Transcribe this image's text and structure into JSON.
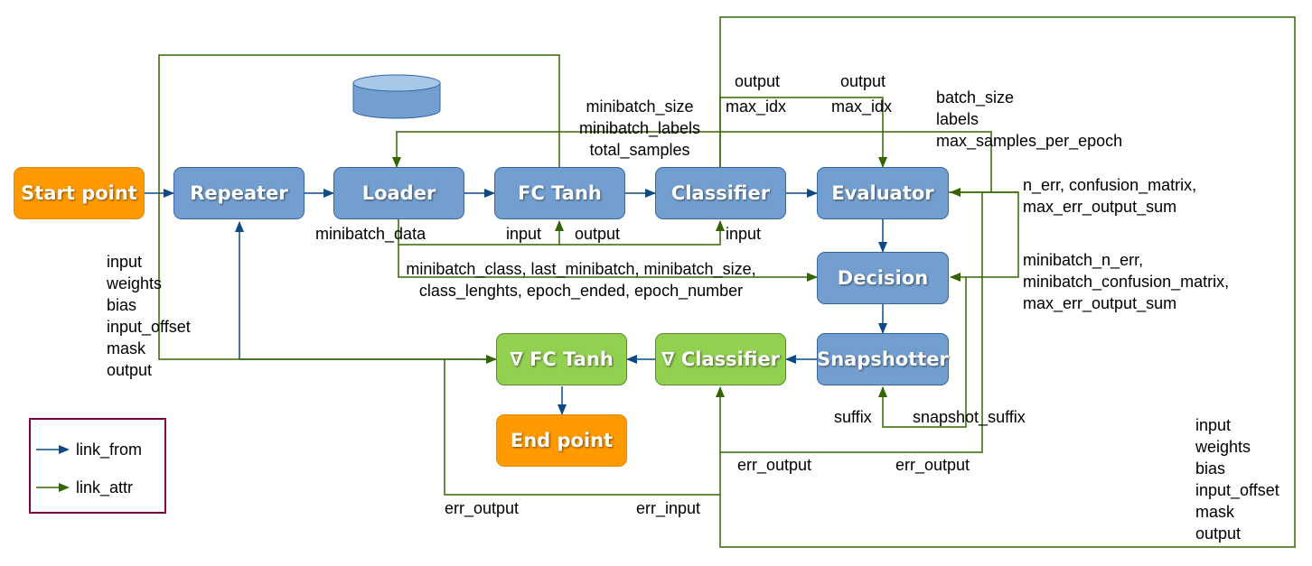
{
  "nodes": {
    "start": "Start point",
    "repeater": "Repeater",
    "loader": "Loader",
    "fc_tanh": "FC Tanh",
    "classifier": "Classifier",
    "evaluator": "Evaluator",
    "decision": "Decision",
    "snapshotter": "Snapshotter",
    "gd_fc_tanh": "∇ FC Tanh",
    "gd_classifier": "∇ Classifier",
    "end": "End point"
  },
  "labels": {
    "output_1": "output",
    "output_2": "output",
    "max_idx_1": "max_idx",
    "max_idx_2": "max_idx",
    "loader_attrs": "minibatch_size\nminibatch_labels\ntotal_samples",
    "evaluator_attrs": "batch_size\nlabels\nmax_samples_per_epoch",
    "evaluator_outputs": "n_err, confusion_matrix,\nmax_err_output_sum",
    "decision_inputs": "minibatch_n_err,\nminibatch_confusion_matrix,\nmax_err_output_sum",
    "minibatch_data": "minibatch_data",
    "fc_input": "input",
    "fc_output": "output",
    "classifier_input": "input",
    "decision_attrs": "minibatch_class, last_minibatch, minibatch_size,\nclass_lenghts, epoch_ended, epoch_number",
    "fc_params_left": "input\nweights\nbias\ninput_offset\nmask\noutput",
    "fc_params_right": "input\nweights\nbias\ninput_offset\nmask\noutput",
    "suffix": "suffix",
    "snapshot_suffix": "snapshot_suffix",
    "err_output_1": "err_output",
    "err_output_2": "err_output",
    "err_output_3": "err_output",
    "err_input": "err_input"
  },
  "legend": {
    "link_from": "link_from",
    "link_attr": "link_attr"
  },
  "colors": {
    "link_from": "#0d4a85",
    "link_attr": "#336600",
    "box_blue": "#729fcf",
    "box_orange": "#ff9900",
    "box_green": "#92d050",
    "legend_border": "#800040",
    "loader_db": "#729fcf"
  }
}
